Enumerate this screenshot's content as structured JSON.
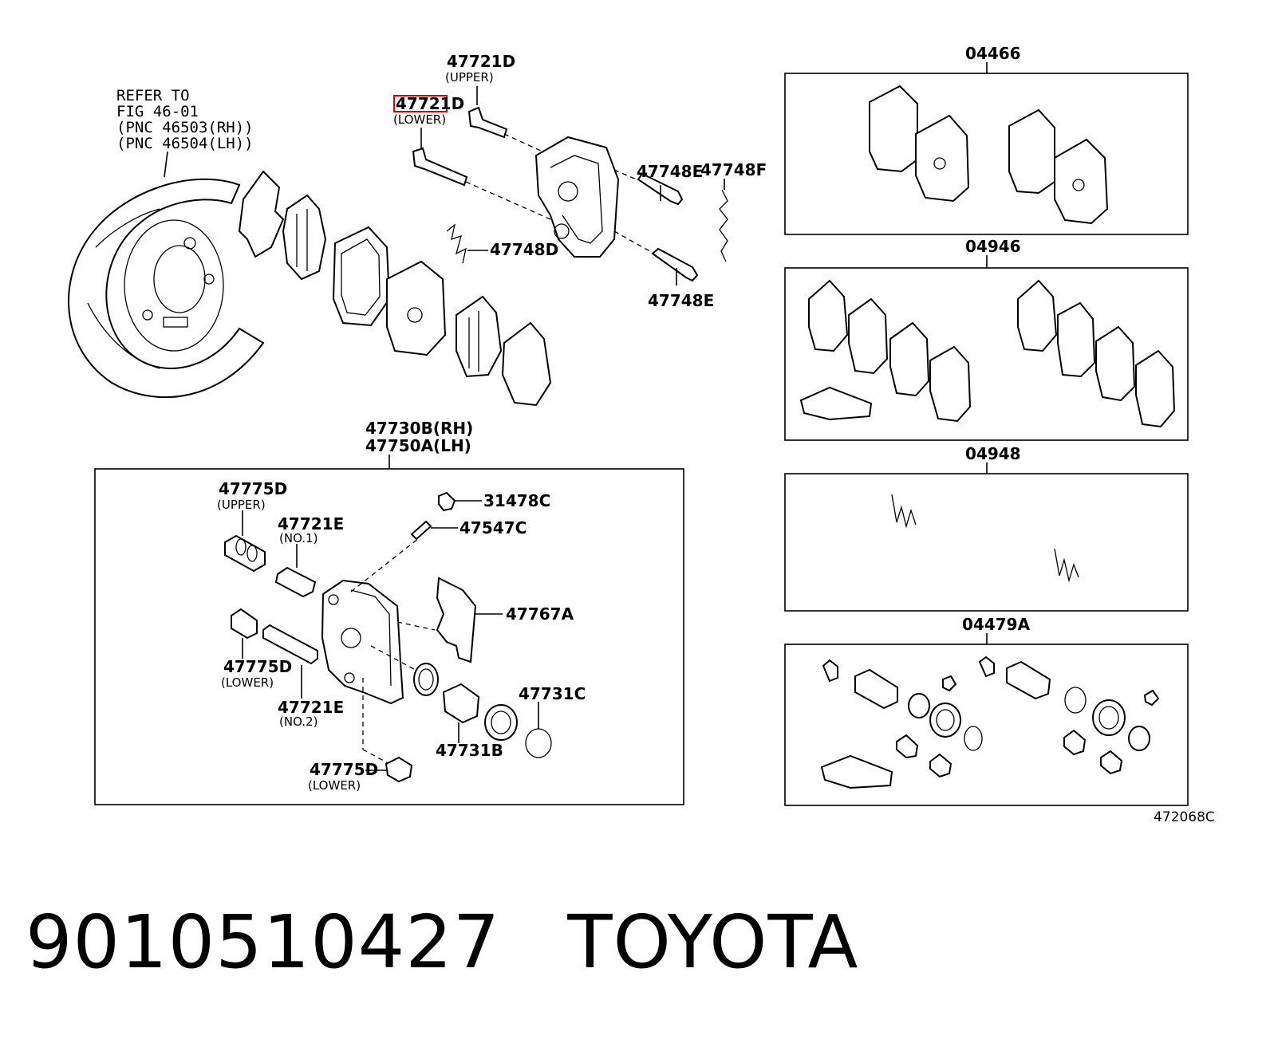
{
  "refer_note": [
    "REFER TO",
    "FIG 46-01",
    "(PNC 46503(RH))",
    "(PNC 46504(LH))"
  ],
  "labels": {
    "bolt_upper": "47721D",
    "bolt_upper_sub": "(UPPER)",
    "bolt_lower": "47721D",
    "bolt_lower_sub": "(LOWER)",
    "pin_e1": "47748E",
    "pin_e2": "47748E",
    "spring_f": "47748F",
    "clip_d": "47748D",
    "caliper_rh": "47730B(RH)",
    "caliper_lh": "47750A(LH)",
    "boot_upper": "47775D",
    "boot_upper_sub": "(UPPER)",
    "slide_no1": "47721E",
    "slide_no1_sub": "(NO.1)",
    "boot_lower": "47775D",
    "boot_lower_sub": "(LOWER)",
    "slide_no2": "47721E",
    "slide_no2_sub": "(NO.2)",
    "cap": "31478C",
    "bleeder": "47547C",
    "anti_rattle": "47767A",
    "piston_seal": "47731C",
    "piston": "47731B",
    "boot_lower_b": "47775D",
    "boot_lower_b_sub": "(LOWER)"
  },
  "kits": [
    {
      "code": "04466"
    },
    {
      "code": "04946"
    },
    {
      "code": "04948"
    },
    {
      "code": "04479A"
    }
  ],
  "figure_code": "472068C",
  "caption": {
    "part_number": "9010510427",
    "brand": "TOYOTA"
  },
  "highlight_color": "#e00000"
}
